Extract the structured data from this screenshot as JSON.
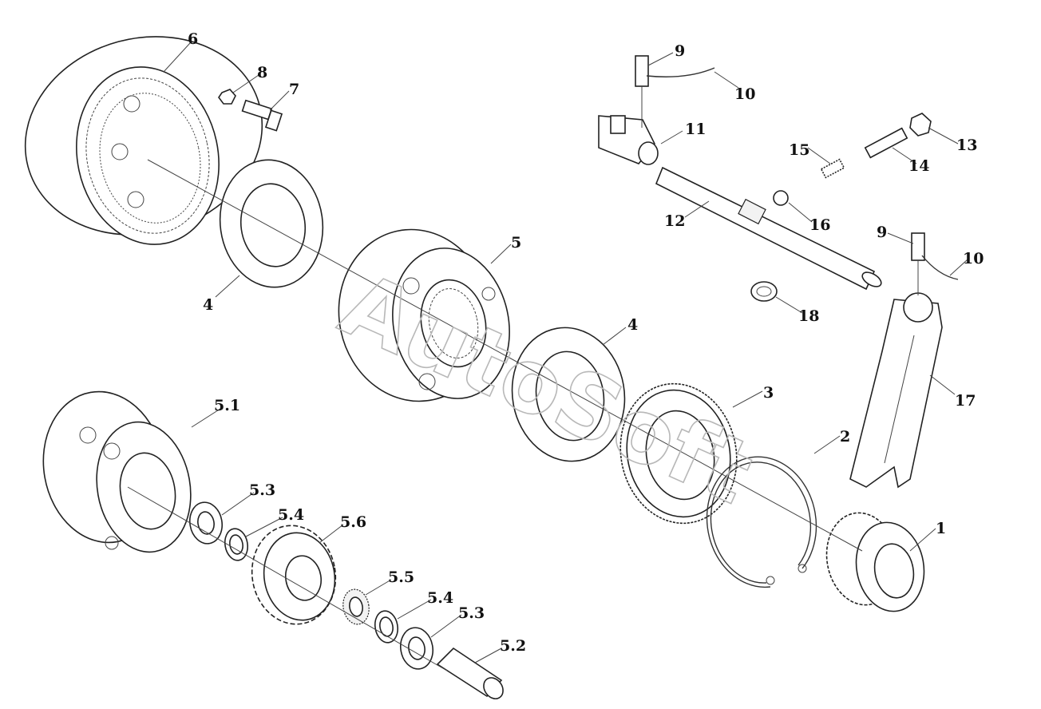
{
  "watermark": "AutoSoft",
  "callouts": {
    "c1": "1",
    "c2": "2",
    "c3": "3",
    "c4a": "4",
    "c4b": "4",
    "c5": "5",
    "c51": "5.1",
    "c52": "5.2",
    "c53a": "5.3",
    "c53b": "5.3",
    "c54a": "5.4",
    "c54b": "5.4",
    "c55": "5.5",
    "c56": "5.6",
    "c6": "6",
    "c7": "7",
    "c8": "8",
    "c9a": "9",
    "c9b": "9",
    "c10a": "10",
    "c10b": "10",
    "c11": "11",
    "c12": "12",
    "c13": "13",
    "c14": "14",
    "c15": "15",
    "c16": "16",
    "c17": "17",
    "c18": "18"
  }
}
